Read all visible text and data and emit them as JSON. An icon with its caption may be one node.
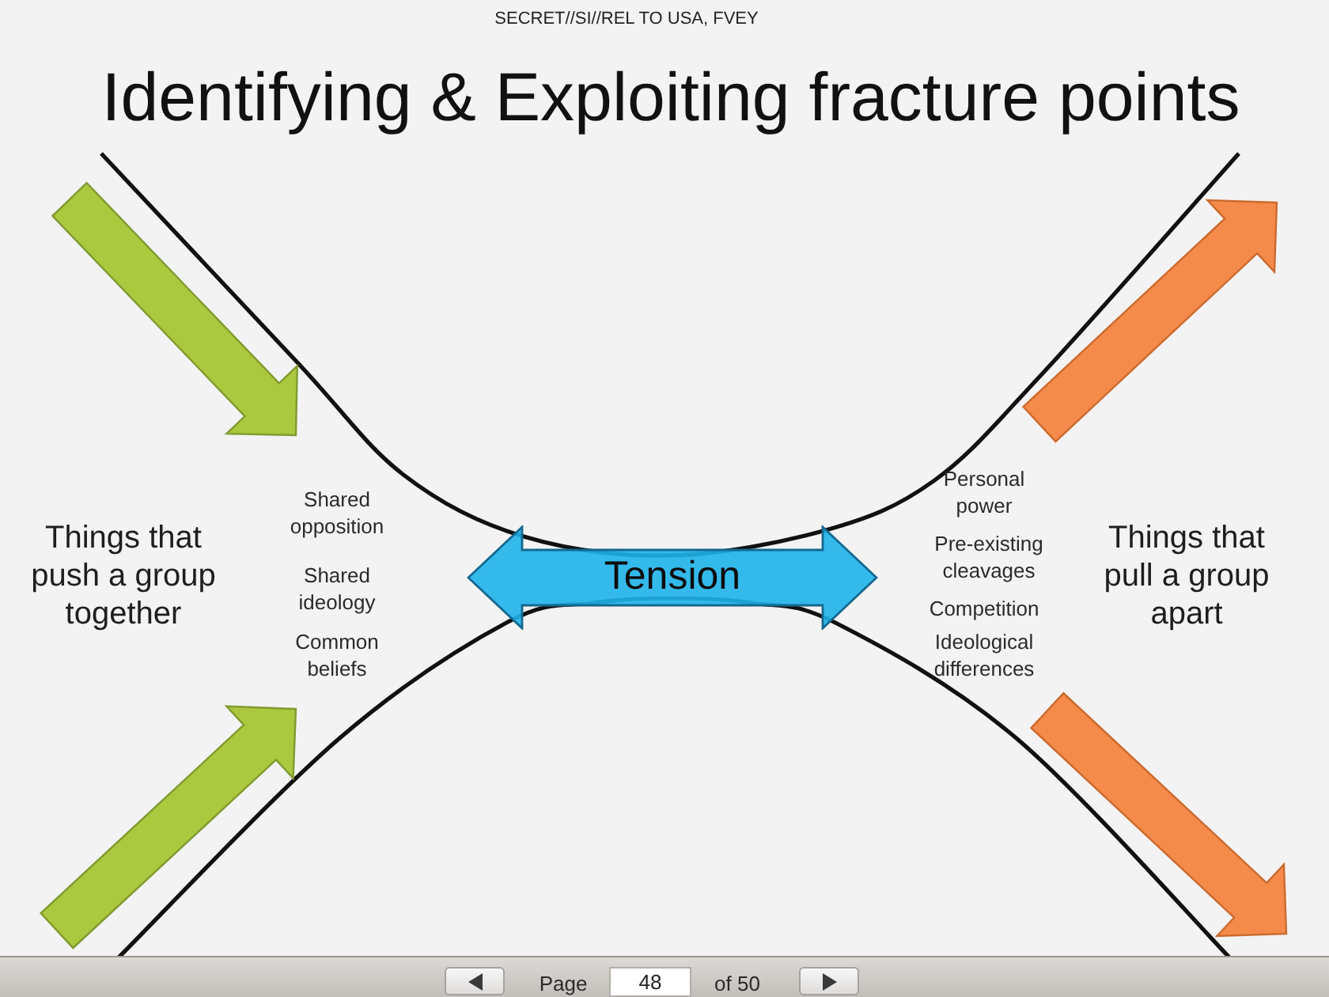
{
  "diagram": {
    "title": "Identifying & Exploiting fracture points",
    "nodes": [
      {
        "text": [
          "Tension"
        ]
      }
    ],
    "labels": [
      "SECRET//SI//REL TO USA, FVEY",
      "Things that push a group together",
      "Shared opposition",
      "Shared ideology",
      "Common beliefs",
      "Personal power",
      "Pre-existing cleavages",
      "Competition",
      "Ideological differences",
      "Things that pull a group apart",
      "Page",
      "48",
      "of 50"
    ]
  }
}
